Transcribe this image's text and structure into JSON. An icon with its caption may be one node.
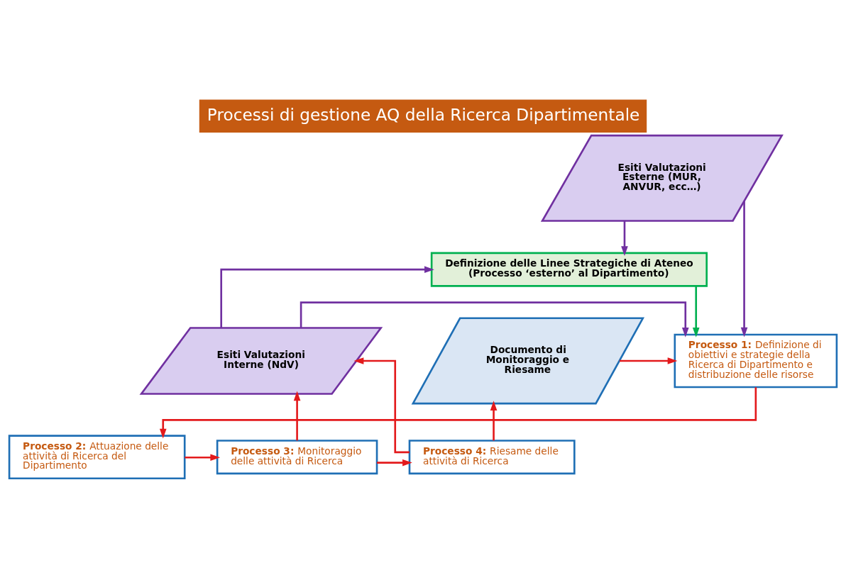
{
  "diagram": {
    "title": "Processi di gestione AQ della Ricerca Dipartimentale",
    "nodes": [
      {
        "text": [
          "Esiti Valutazioni Esterne (MUR, ANVUR, ecc…)"
        ]
      },
      {
        "text": [
          "Definizione delle Linee Strategiche di Ateneo (Processo ‘esterno’ al Dipartimento)"
        ]
      },
      {
        "text": [
          "Esiti Valutazioni Interne (NdV)"
        ]
      },
      {
        "text": [
          "**Processo 1:** Definizione di obiettivi e strategie della Ricerca di Dipartimento e distribuzione delle risorse"
        ]
      },
      {
        "text": [
          "Documento di Monitoraggio e Riesame"
        ]
      },
      {
        "text": [
          "**Processo 2:** Attuazione delle attività di Ricerca del Dipartimento"
        ]
      },
      {
        "text": [
          "**Processo 3:** Monitoraggio delle attività di Ricerca"
        ]
      },
      {
        "text": [
          "**Processo 4:** Riesame delle attività di Ricerca"
        ]
      }
    ],
    "edges": [
      {
        "from": 0,
        "to": 1,
        "arrow": "to",
        "color": "#7030a0"
      },
      {
        "from": 0,
        "to": 3,
        "arrow": "to",
        "color": "#7030a0"
      },
      {
        "from": 1,
        "to": 3,
        "arrow": "to",
        "color": "#00b050"
      },
      {
        "from": 2,
        "to": 1,
        "arrow": "to",
        "color": "#7030a0"
      },
      {
        "from": 2,
        "to": 3,
        "arrow": "to",
        "color": "#7030a0"
      },
      {
        "from": 4,
        "to": 3,
        "arrow": "to"
      },
      {
        "from": 3,
        "to": 5,
        "arrow": "to"
      },
      {
        "from": 5,
        "to": 6,
        "arrow": "to"
      },
      {
        "from": 6,
        "to": 7,
        "arrow": "to"
      },
      {
        "from": 7,
        "to": 4,
        "arrow": "to"
      },
      {
        "from": 7,
        "to": 2,
        "arrow": "to"
      },
      {
        "from": 6,
        "to": 2,
        "arrow": "to"
      }
    ]
  }
}
